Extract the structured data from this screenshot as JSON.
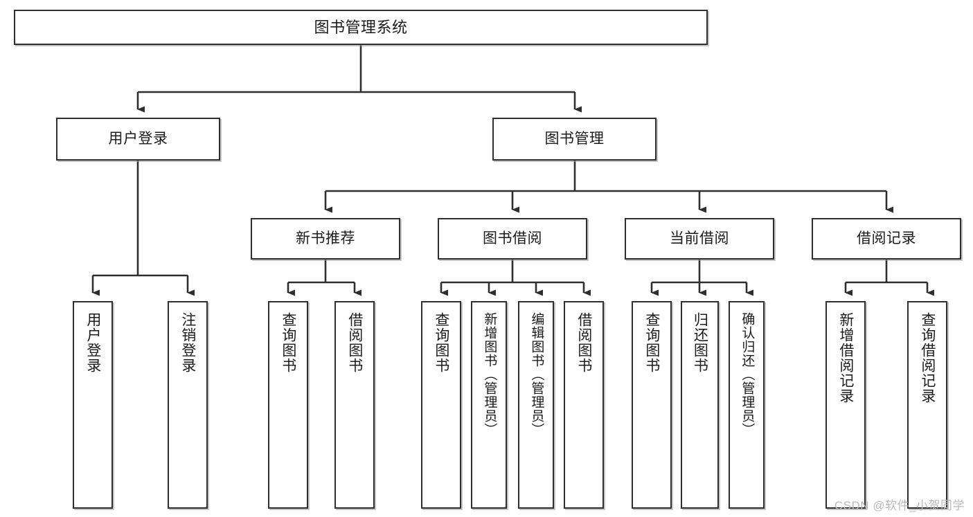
{
  "diagram": {
    "title": "图书管理系统",
    "type": "tree-hierarchy-diagram",
    "colors": {
      "box_border": "#2e2e2e",
      "box_fill": "#ffffff",
      "connector": "#2e2e2e",
      "watermark": "#b9b9b9"
    }
  },
  "root": {
    "label": "图书管理系统"
  },
  "level2": [
    {
      "label": "用户登录"
    },
    {
      "label": "图书管理"
    }
  ],
  "level3": [
    {
      "label": "新书推荐"
    },
    {
      "label": "图书借阅"
    },
    {
      "label": "当前借阅"
    },
    {
      "label": "借阅记录"
    }
  ],
  "leaves": {
    "user_login": [
      {
        "label": "用户登录"
      },
      {
        "label": "注销登录"
      }
    ],
    "new_book_recommend": [
      {
        "label": "查询图书"
      },
      {
        "label": "借阅图书"
      }
    ],
    "book_borrow": [
      {
        "label": "查询图书"
      },
      {
        "label": "新增图书（管理员）"
      },
      {
        "label": "编辑图书（管理员）"
      },
      {
        "label": "借阅图书"
      }
    ],
    "current_borrow": [
      {
        "label": "查询图书"
      },
      {
        "label": "归还图书"
      },
      {
        "label": "确认归还（管理员）"
      }
    ],
    "borrow_record": [
      {
        "label": "新增借阅记录"
      },
      {
        "label": "查询借阅记录"
      }
    ]
  },
  "watermark": {
    "text": "CSDN @软件_小贺同学"
  }
}
